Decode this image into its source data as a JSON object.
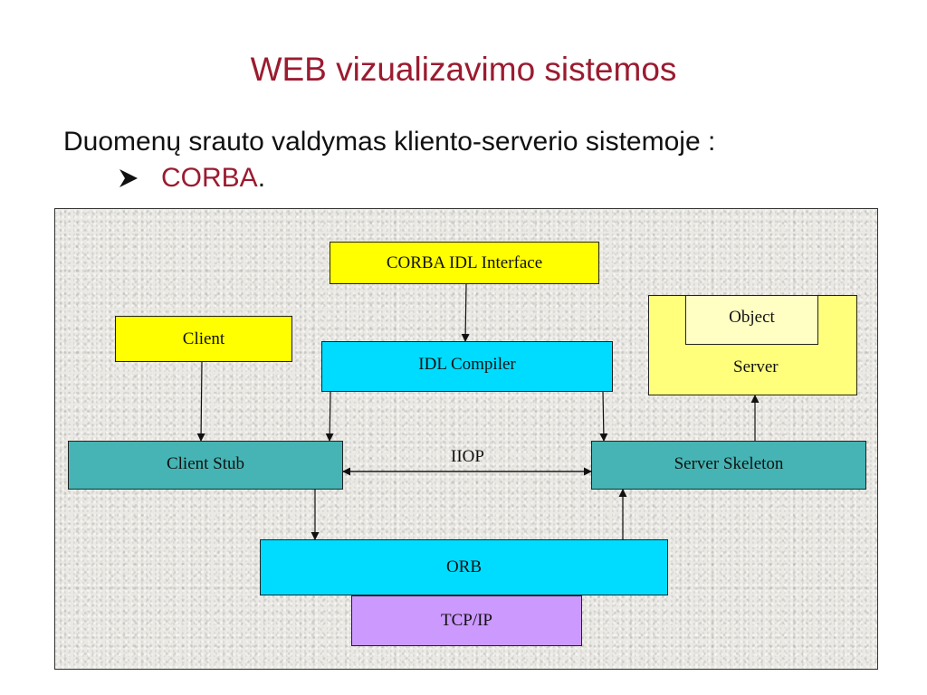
{
  "slide": {
    "title": "WEB vizualizavimo sistemos",
    "subtitle": "Duomenų srauto valdymas kliento-serverio sistemoje :",
    "bullet_text": "CORBA",
    "bullet_suffix": "."
  },
  "diagram": {
    "corba_idl_interface": "CORBA IDL Interface",
    "client": "Client",
    "idl_compiler": "IDL Compiler",
    "object": "Object",
    "server": "Server",
    "client_stub": "Client Stub",
    "iiop": "IIOP",
    "server_skeleton": "Server Skeleton",
    "orb": "ORB",
    "tcp_ip": "TCP/IP"
  },
  "colors": {
    "title": "#9b1b30",
    "bullet": "#9b1b30",
    "yellow": "#ffff00",
    "cyan": "#00dcff",
    "teal": "#46b4b4",
    "violet": "#cc99ff"
  }
}
